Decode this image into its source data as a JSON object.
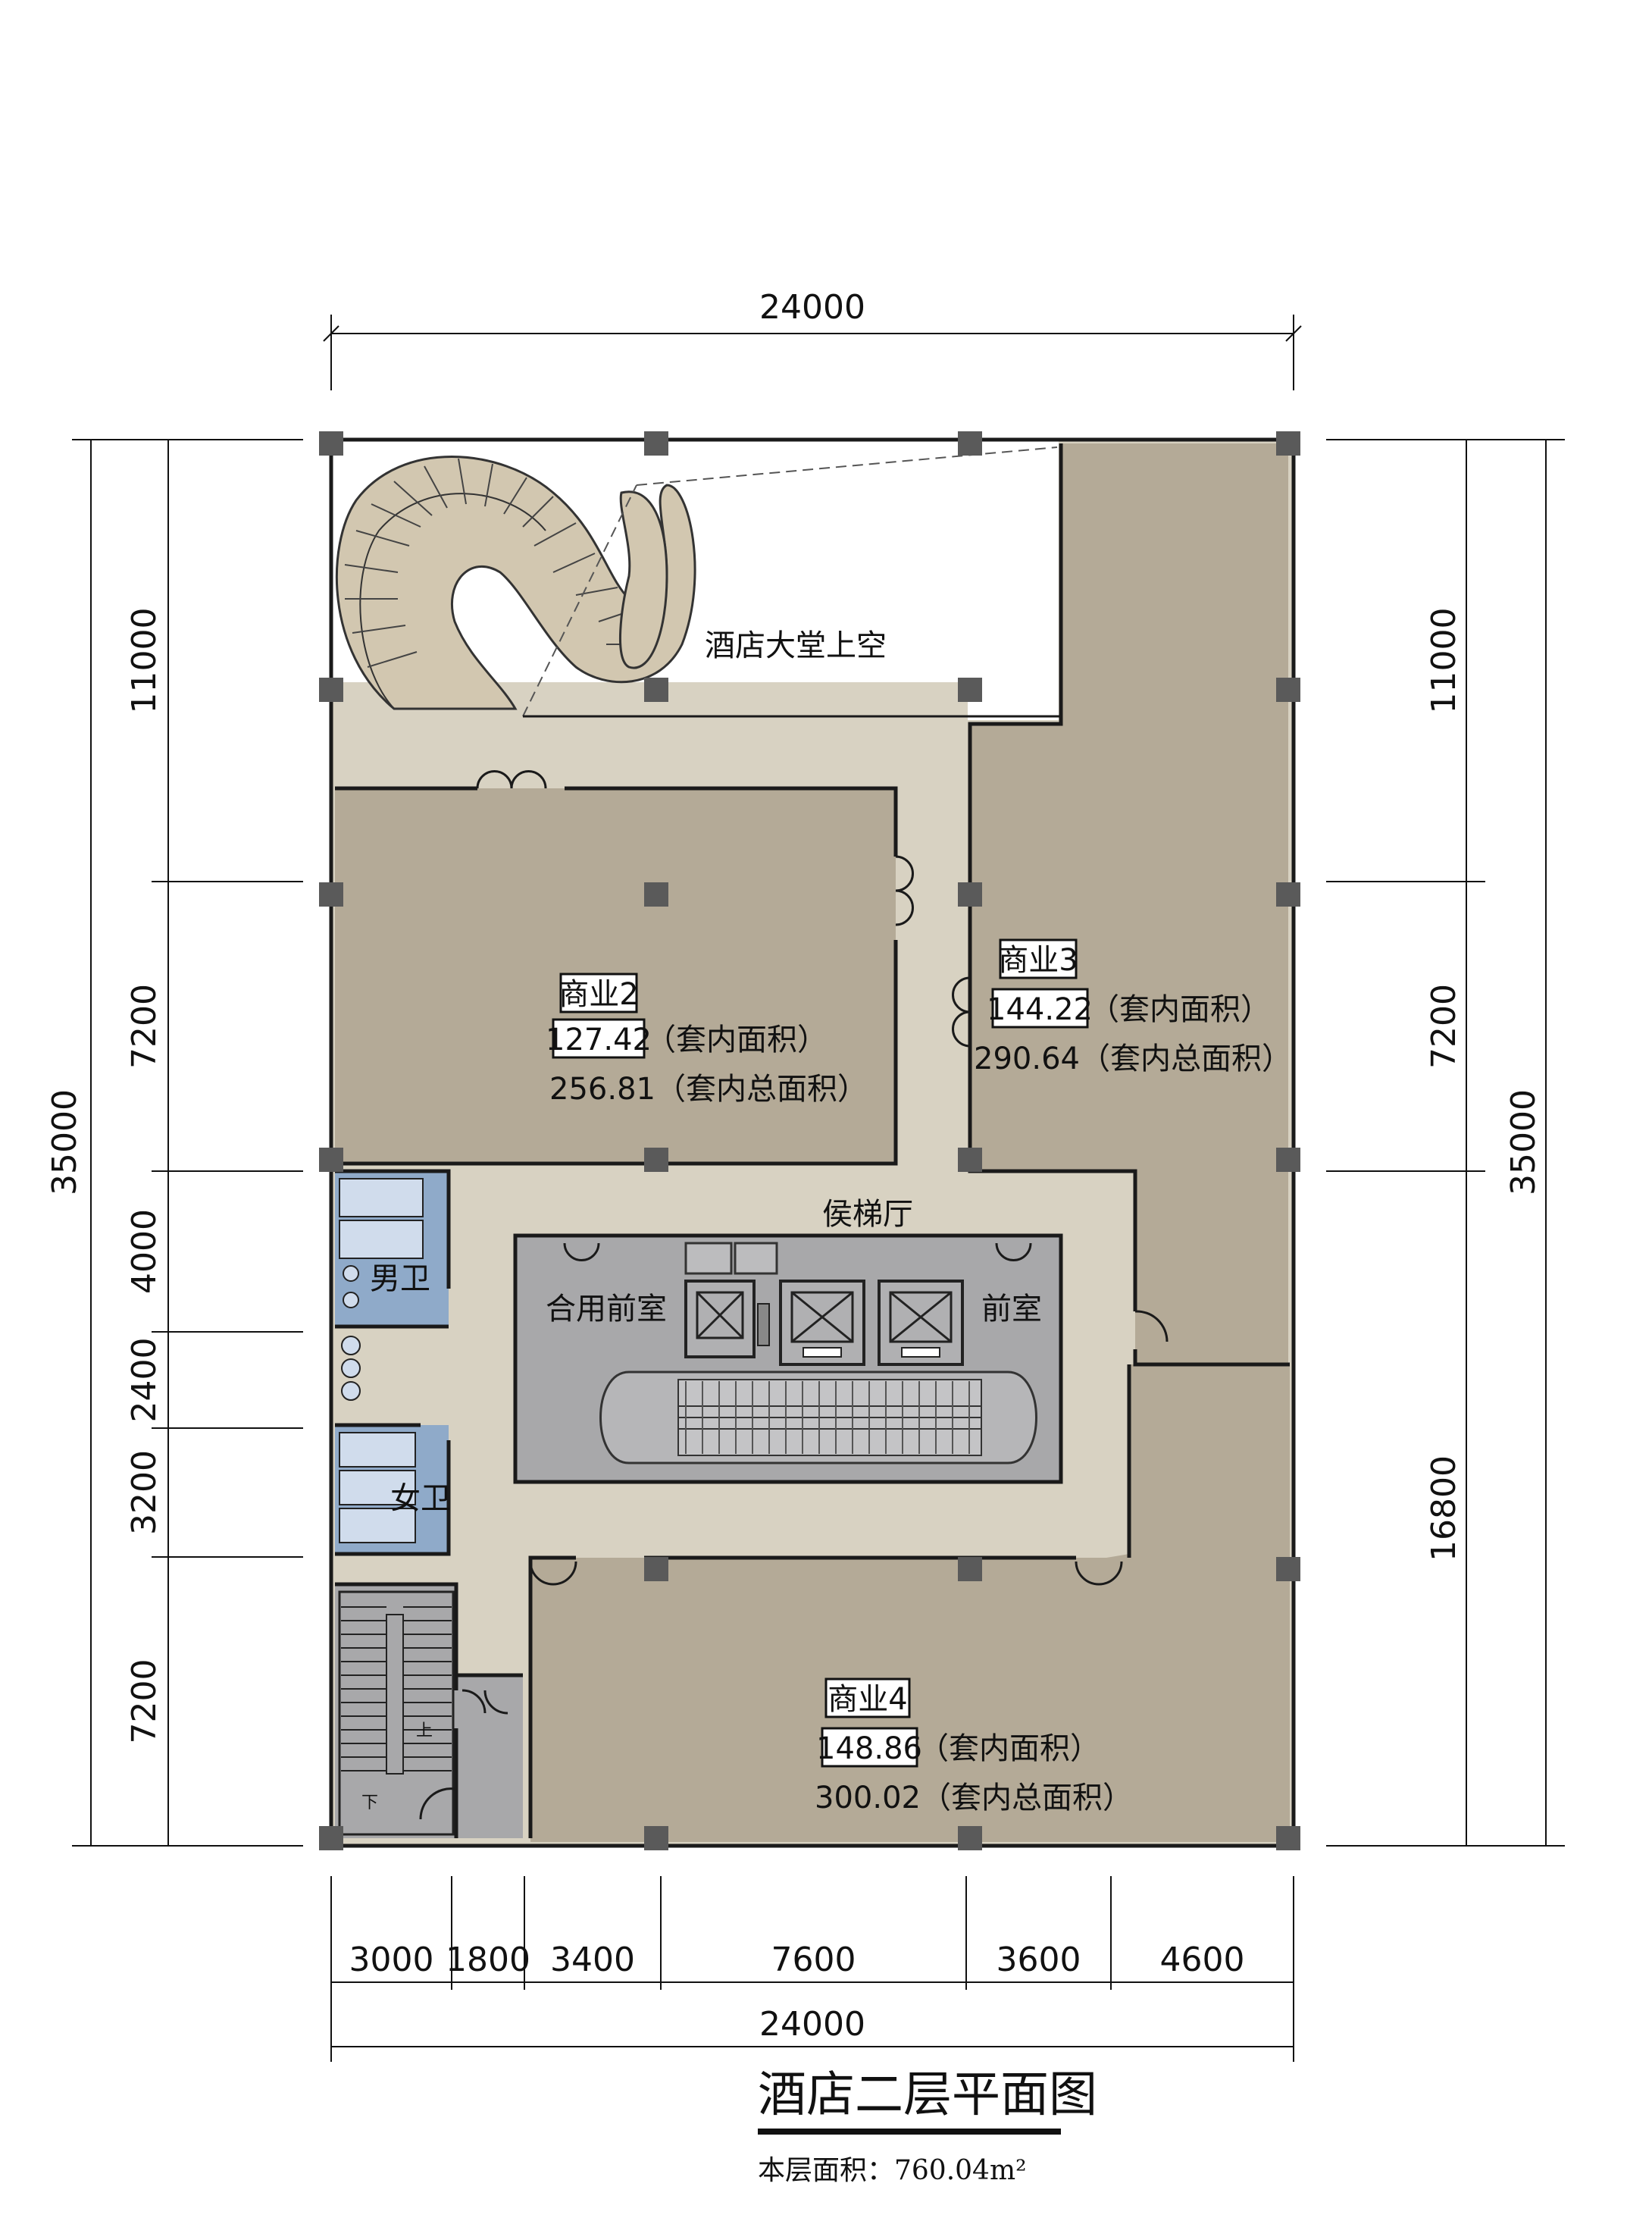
{
  "title": "酒店二层平面图",
  "subtitle": "本层面积：760.04m²",
  "dimensions": {
    "top_total": "24000",
    "bottom_total": "24000",
    "bottom_segments": [
      "3000",
      "1800",
      "3400",
      "7600",
      "3600",
      "4600"
    ],
    "left_total": "35000",
    "left_segments": [
      "11000",
      "7200",
      "4000",
      "2400",
      "3200",
      "7200"
    ],
    "right_total": "35000",
    "right_segments": [
      "11000",
      "7200",
      "16800"
    ]
  },
  "rooms": {
    "lobby_void": "酒店大堂上空",
    "commercial2": {
      "name": "商业2",
      "area": "127.42",
      "area_note": "（套内面积）",
      "total": "256.81（套内总面积）"
    },
    "commercial3": {
      "name": "商业3",
      "area": "144.22",
      "area_note": "（套内面积）",
      "total": "290.64（套内总面积）"
    },
    "commercial4": {
      "name": "商业4",
      "area": "148.86",
      "area_note": "（套内面积）",
      "total": "300.02（套内总面积）"
    },
    "elevator_hall": "侯梯厅",
    "shared_anteroom": "合用前室",
    "anteroom": "前室",
    "mens_wc": "男卫",
    "womens_wc": "女卫",
    "stair_down": "下",
    "stair_up": "上"
  },
  "colors": {
    "commercial": "#b4aa97",
    "corridor": "#d8d2c2",
    "core": "#a8a8aa",
    "toilet": "#8faac9",
    "column": "#5a5a5a"
  }
}
